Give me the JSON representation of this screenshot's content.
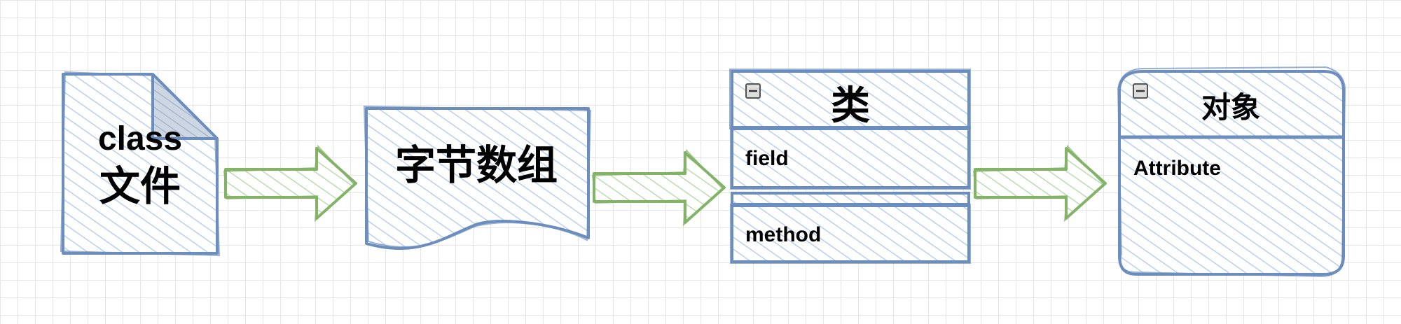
{
  "colors": {
    "shape_stroke": "#6c8ebf",
    "shape_fill": "#dae8fc",
    "arrow_stroke": "#82b366",
    "arrow_fill": "#d5e8d4",
    "grid": "#e5e5e5"
  },
  "class_file": {
    "line1": "class",
    "line2": "文件"
  },
  "byte_array": {
    "label": "字节数组"
  },
  "class_box": {
    "title": "类",
    "field": "field",
    "method": "method",
    "collapse_icon": "minus-icon"
  },
  "object_box": {
    "title": "对象",
    "attribute": "Attribute",
    "collapse_icon": "minus-icon"
  }
}
